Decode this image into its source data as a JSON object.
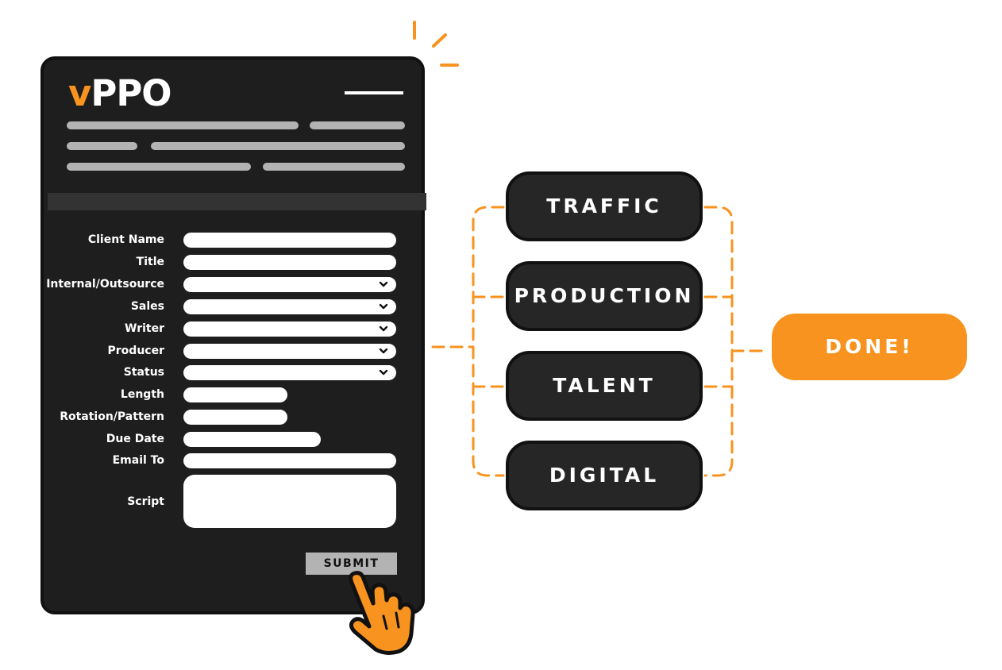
{
  "logo": {
    "prefix": "v",
    "name": "PPO"
  },
  "form": {
    "fields": [
      {
        "label": "Client Name",
        "kind": "text"
      },
      {
        "label": "Title",
        "kind": "text"
      },
      {
        "label": "Internal/Outsource",
        "kind": "select"
      },
      {
        "label": "Sales",
        "kind": "select"
      },
      {
        "label": "Writer",
        "kind": "select"
      },
      {
        "label": "Producer",
        "kind": "select"
      },
      {
        "label": "Status",
        "kind": "select"
      },
      {
        "label": "Length",
        "kind": "text"
      },
      {
        "label": "Rotation/Pattern",
        "kind": "text"
      },
      {
        "label": "Due Date",
        "kind": "text"
      },
      {
        "label": "Email To",
        "kind": "text"
      }
    ],
    "script_label": "Script",
    "submit_label": "SUBMIT"
  },
  "departments": [
    "TRAFFIC",
    "PRODUCTION",
    "TALENT",
    "DIGITAL"
  ],
  "done_label": "DONE!",
  "colors": {
    "accent": "#f7931e",
    "card": "#1e1e1e",
    "pill": "#262626",
    "placeholder": "#b3b3b3"
  },
  "icons": [
    "menu-icon",
    "chevron-down-icon",
    "pointing-hand-icon",
    "sparkle-icon"
  ]
}
